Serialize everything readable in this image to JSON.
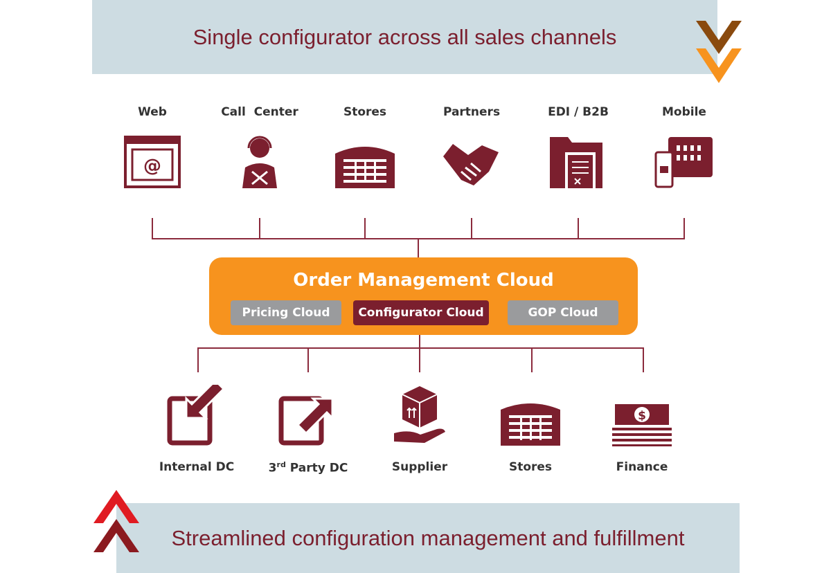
{
  "header": {
    "title": "Single configurator across all sales channels"
  },
  "footer": {
    "title": "Streamlined configuration management and fulfillment"
  },
  "channels": [
    "Web",
    "Call  Center",
    "Stores",
    "Partners",
    "EDI / B2B",
    "Mobile"
  ],
  "hub": {
    "title": "Order Management Cloud",
    "modules": [
      "Pricing Cloud",
      "Configurator Cloud",
      "GOP Cloud"
    ]
  },
  "fulfillment": {
    "internal": "Internal DC",
    "third_sup": "rd",
    "third_pre": "3",
    "third_post": " Party DC",
    "supplier": "Supplier",
    "stores": "Stores",
    "finance": "Finance"
  },
  "colors": {
    "maroon": "#7b1f2e",
    "orange": "#f7931e",
    "gray": "#9a9b9d",
    "banner": "#cddce2"
  }
}
